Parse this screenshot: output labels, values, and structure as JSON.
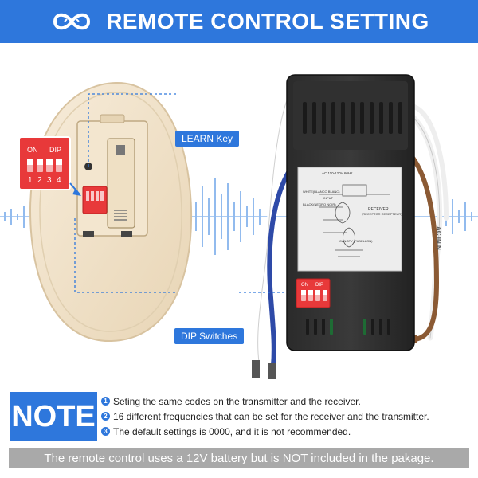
{
  "header": {
    "title": "REMOTE CONTROL SETTING",
    "logo_icon": "infinity-icon",
    "background_color": "#2e77dc"
  },
  "callouts": {
    "learn_key": "LEARN Key",
    "dip_switches": "DIP Switches"
  },
  "remote": {
    "dip_top_labels": [
      "ON",
      "DIP"
    ],
    "dip_numbers": [
      "1",
      "2",
      "3",
      "4"
    ]
  },
  "receiver": {
    "sticker_lines": [
      "AC 110-120V 60Hz",
      "WHITE(BLANCO BLANC)",
      "INPUT",
      "BLACK(NEGRO NOIR)",
      "RECEIVER",
      "(RECEPTOR RECEPTEUR)",
      "CANOPY (PABELLON)"
    ],
    "dip_top_labels": [
      "ON",
      "DIP"
    ],
    "wire_label": "AC IN N"
  },
  "note": {
    "badge": "NOTE",
    "items": [
      {
        "num": "1",
        "text": "Seting the same codes on the transmitter and the receiver."
      },
      {
        "num": "2",
        "text": "16 different frequencies that can be set for the receiver and the transmitter."
      },
      {
        "num": "3",
        "text": "The default settings is 0000, and it is not recommended."
      }
    ]
  },
  "footer": {
    "text": "The remote control uses a 12V battery but is NOT included in the pakage."
  },
  "colors": {
    "accent": "#2e77dc",
    "footer_bg": "#a9a9a9",
    "dip_red": "#e8393a",
    "remote_body": "#f2e3cc"
  }
}
